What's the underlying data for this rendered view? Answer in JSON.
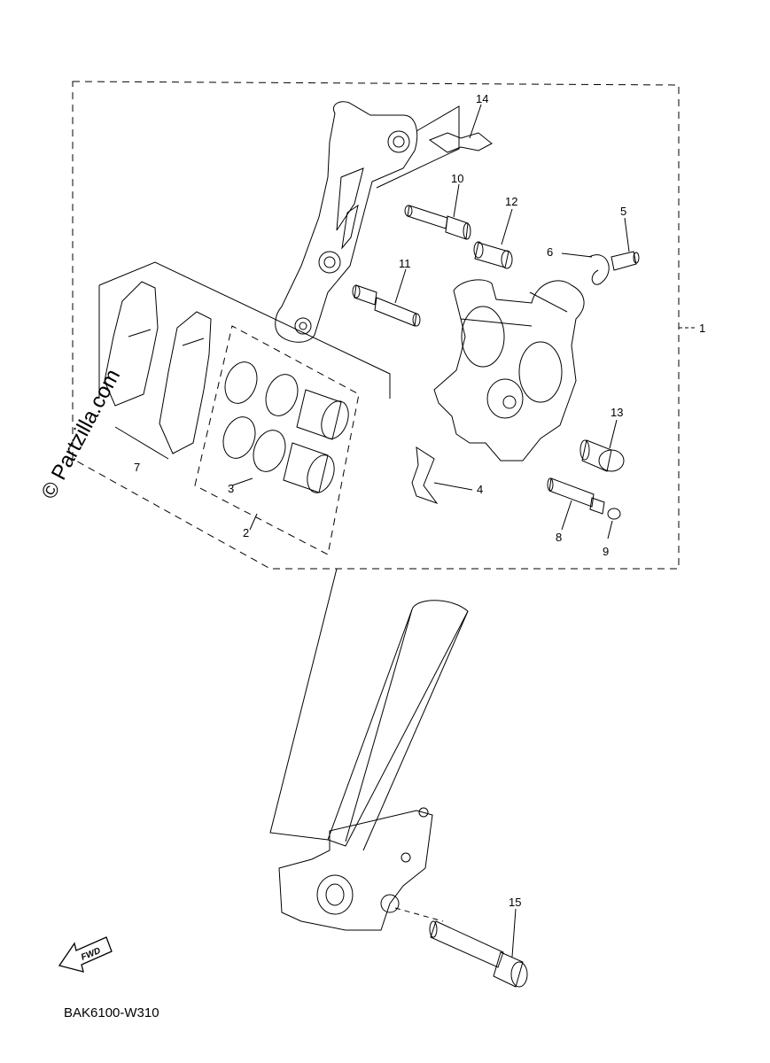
{
  "diagram": {
    "code": "BAK6100-W310",
    "watermark": "© Partzilla.com",
    "fwd_label": "FWD",
    "callouts": [
      "1",
      "2",
      "3",
      "4",
      "5",
      "6",
      "7",
      "8",
      "9",
      "10",
      "11",
      "12",
      "13",
      "14",
      "15"
    ]
  }
}
